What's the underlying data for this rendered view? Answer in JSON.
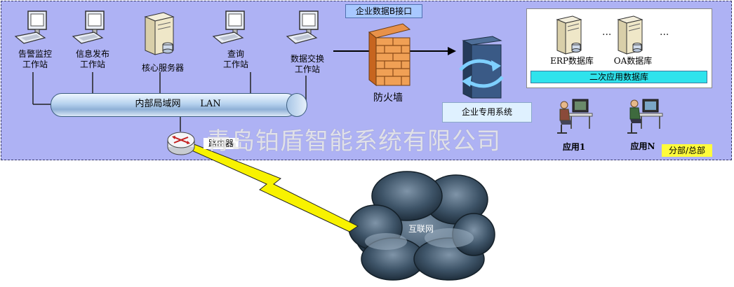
{
  "workstations": [
    {
      "l1": "告警监控",
      "l2": "工作站"
    },
    {
      "l1": "信息发布",
      "l2": "工作站"
    },
    {
      "l1": "核心服务器",
      "l2": ""
    },
    {
      "l1": "查询",
      "l2": "工作站"
    },
    {
      "l1": "数据交换",
      "l2": "工作站"
    }
  ],
  "lan_label": "内部局域网",
  "lan_en": "LAN",
  "interface_label": "企业数据B接口",
  "firewall_label": "防火墙",
  "enterprise_label": "企业专用系统",
  "databases": [
    "ERP数据库",
    "OA数据库"
  ],
  "ellipsis": "...",
  "db_section_label": "二次应用数据库",
  "apps": [
    "应用1",
    "应用N"
  ],
  "branch_label": "分部/总部",
  "router_label": "路由器",
  "internet_label": "互联网",
  "watermark": "青岛铂盾智能系统有限公司",
  "colors": {
    "panel": "#aeb2f4",
    "db_caption": "#2fe3ec",
    "branch": "#fffb3c",
    "bolt": "#f8f200"
  }
}
